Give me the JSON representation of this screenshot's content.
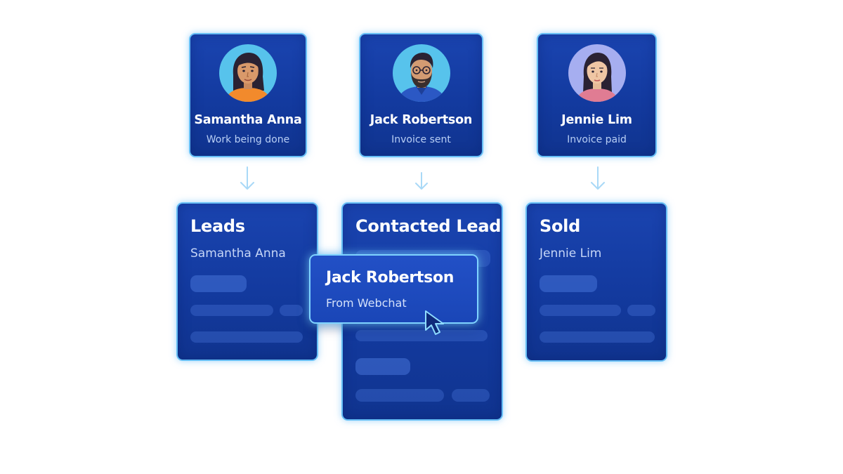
{
  "contacts": [
    {
      "name": "Samantha Anna",
      "status": "Work being done",
      "avatar_icon": "woman-avatar-icon"
    },
    {
      "name": "Jack Robertson",
      "status": "Invoice sent",
      "avatar_icon": "bearded-man-avatar-icon"
    },
    {
      "name": "Jennie Lim",
      "status": "Invoice paid",
      "avatar_icon": "woman-avatar-icon"
    }
  ],
  "pipeline": {
    "columns": [
      {
        "title": "Leads",
        "subtitle": "Samantha Anna"
      },
      {
        "title": "Contacted Lead",
        "subtitle": ""
      },
      {
        "title": "Sold",
        "subtitle": "Jennie Lim"
      }
    ]
  },
  "dragged_card": {
    "name": "Jack Robertson",
    "source": "From Webchat"
  },
  "colors": {
    "card_fill": "#1a44b0",
    "card_border": "#67bff5",
    "arrow": "#a9d9f7",
    "placeholder": "#4673d7"
  },
  "icons": {
    "arrow": "arrow-down-icon",
    "cursor": "mouse-pointer-icon"
  }
}
